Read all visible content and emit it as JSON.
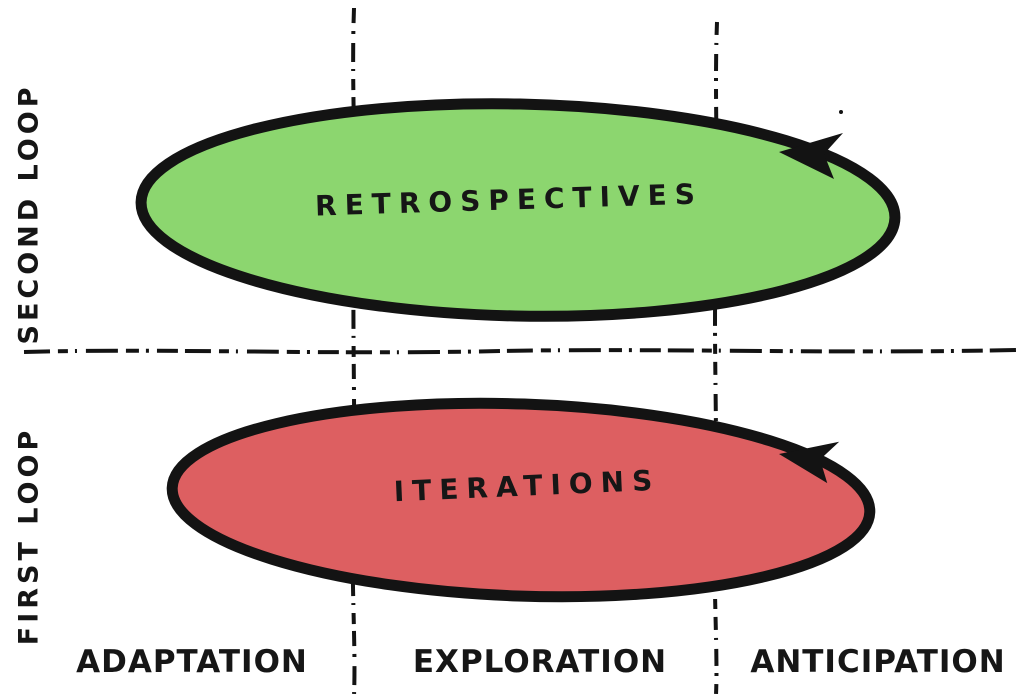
{
  "colors": {
    "background": "#ffffff",
    "ink": "#131313",
    "retrospectives_fill": "#8cd66f",
    "iterations_fill": "#dd5f61"
  },
  "rows": [
    {
      "label": "SECOND LOOP",
      "loop": "RETROSPECTIVES"
    },
    {
      "label": "FIRST LOOP",
      "loop": "ITERATIONS"
    }
  ],
  "columns": [
    "ADAPTATION",
    "EXPLORATION",
    "ANTICIPATION"
  ]
}
